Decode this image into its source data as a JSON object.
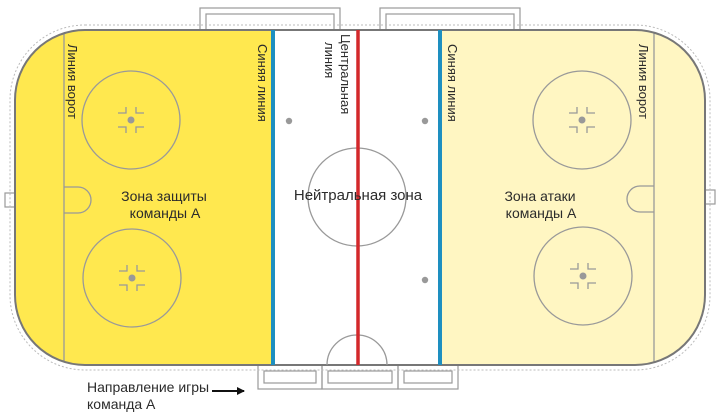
{
  "labels": {
    "goal_line_left": "Линия ворот",
    "blue_line_left": "Синяя линия",
    "center_line_1": "Центральная",
    "center_line_2": "линия",
    "blue_line_right": "Синяя линия",
    "goal_line_right": "Линия ворот",
    "defense_zone_1": "Зона защиты",
    "defense_zone_2": "команды А",
    "neutral_zone": "Нейтральная зона",
    "attack_zone_1": "Зона атаки",
    "attack_zone_2": "команды А",
    "direction_1": "Направление игры",
    "direction_2": "команда  А"
  },
  "colors": {
    "defense_zone": "#FFE84F",
    "attack_zone": "#FFF6C2",
    "neutral_zone": "#FFFFFF",
    "blue_line": "#1E8FC0",
    "center_line": "#D3282B",
    "markings": "#8A8A8A",
    "text": "#2B2B2B"
  }
}
